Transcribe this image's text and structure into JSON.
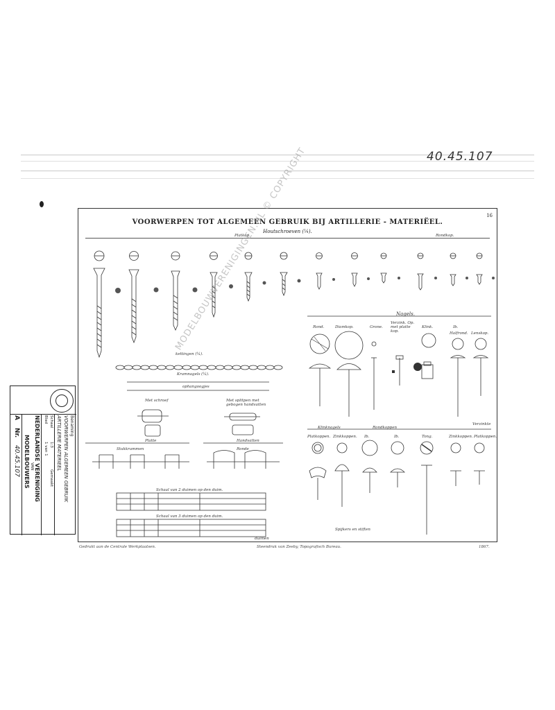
{
  "reference_number": "40.45.107",
  "sheet": {
    "plate_number": "16",
    "title": "VOORWERPEN TOT ALGEMEEN GEBRUIK BIJ ARTILLERIE - MATERIËEL.",
    "subtitle": "Houtschroeven (¼).",
    "sections": {
      "platkop": "Platkop.",
      "rondkop": "Rondkop.",
      "nagels": "Nagels.",
      "kettingen": "kettingen (¼).",
      "kramnagels": "Kramnagels (¼).",
      "ophangoogjes": "ophangoogjes",
      "met_schroef": "Met schroef",
      "met_splitpen": "Met splitpen met gebogen handvatten",
      "platte": "Platte",
      "stukkrammen": "Stukkrammen",
      "handvatten": "Handvatten",
      "ronde": "Ronde",
      "klinknagels": "Klinknagels",
      "rondkoppen": "Rondkoppen",
      "verzinkte": "Verzinkte",
      "spijkers": "Spijkers en stiften",
      "scale1": "Schaal van 2 duimen op den duim.",
      "scale2": "Schaal van 3 duimen op den duim.",
      "duimen": "duimen"
    },
    "nagel_labels": [
      "Rond.",
      "Diamkop.",
      "Grone.",
      "Verzink. Op. met platte kop.",
      "Klink.",
      "Ib.",
      "Halfrond.",
      "Lenskop."
    ],
    "lower_labels": [
      "Platkoppen.",
      "Zinkkoppen.",
      "Ib.",
      "Ib.",
      "Tong.",
      "Zinkkoppen.",
      "Platkoppen."
    ],
    "footer_left": "Gedrukt aan de Centrale Werkplaatsen.",
    "footer_center": "Steendruk van Zeeby, Topografisch Bureau.",
    "footer_right": "1867."
  },
  "watermark": "MODELBOUWVERENIGINGEN.NL © COPYRIGHT",
  "stamp": {
    "label_benaming": "Benaming",
    "benaming_value": "VOORWERPEN ALGEMEEN GEBRUIK",
    "benaming_value2": "ARTILLERIE MATERIEEL",
    "label_schaal": "Schaal",
    "schaal_value": "1:3",
    "label_gemaakt": "Gemaakt",
    "label_blad": "Blad",
    "blad_value": "1 van 1",
    "org_line1": "NEDERLANDSE VERENIGING",
    "org_line2": "VAN",
    "org_line3": "MODELBOUWERS",
    "label_a": "A",
    "label_nr": "Nr.",
    "nr_value": "40.45.107"
  }
}
